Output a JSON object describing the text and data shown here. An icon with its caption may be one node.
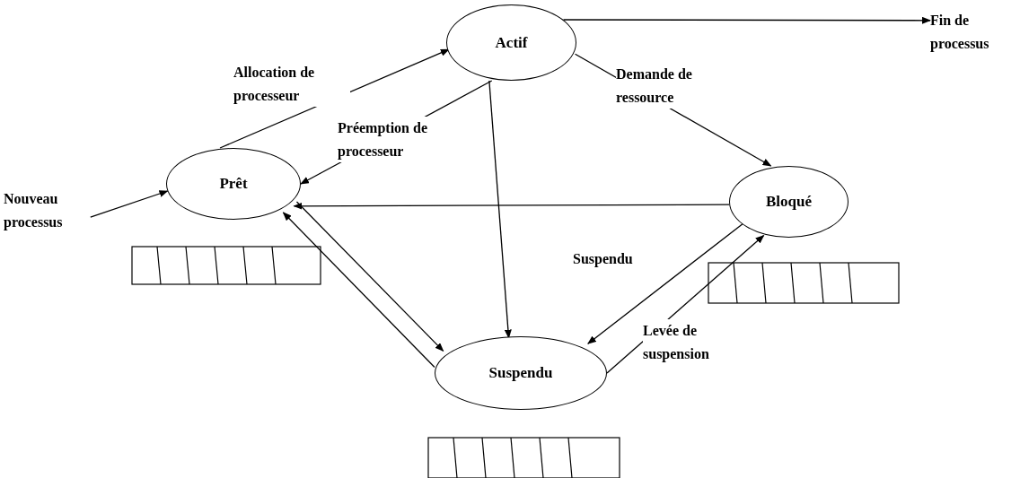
{
  "diagram": {
    "nodes": [
      {
        "text": [
          "Actif"
        ]
      },
      {
        "text": [
          "Prêt"
        ]
      },
      {
        "text": [
          "Bloqué"
        ]
      },
      {
        "text": [
          "Suspendu"
        ]
      },
      {
        "text": [
          "Nouveau processus"
        ]
      },
      {
        "text": [
          "Fin de processus"
        ]
      }
    ],
    "edges": [
      {
        "from": 1,
        "to": 0,
        "arrow": "to",
        "label": "Allocation de processeur"
      },
      {
        "from": 0,
        "to": 1,
        "arrow": "to",
        "label": "Préemption de processeur"
      },
      {
        "from": 0,
        "to": 5,
        "arrow": "to"
      },
      {
        "from": 0,
        "to": 2,
        "arrow": "to",
        "label": "Demande de ressource"
      },
      {
        "from": 0,
        "to": 3,
        "arrow": "to"
      },
      {
        "from": 2,
        "to": 1,
        "arrow": "to"
      },
      {
        "from": 2,
        "to": 3,
        "arrow": "to",
        "label": "Suspendu"
      },
      {
        "from": 3,
        "to": 2,
        "arrow": "to",
        "label": "Levée de suspension"
      },
      {
        "from": 1,
        "to": 3,
        "arrow": "to"
      },
      {
        "from": 3,
        "to": 1,
        "arrow": "to"
      },
      {
        "from": 4,
        "to": 1,
        "arrow": "to"
      }
    ]
  }
}
